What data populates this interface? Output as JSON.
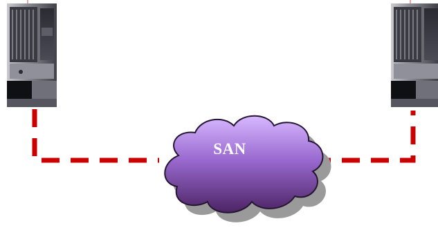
{
  "diagram": {
    "cloud": {
      "label": "SAN",
      "fill_top": "#c9a7ff",
      "fill_bottom": "#5b2d7a",
      "outline": "#2a1a3a"
    },
    "servers": [
      {
        "id": "left-server"
      },
      {
        "id": "right-server"
      }
    ],
    "links": {
      "color": "#cc0000",
      "style": "dashed"
    }
  }
}
